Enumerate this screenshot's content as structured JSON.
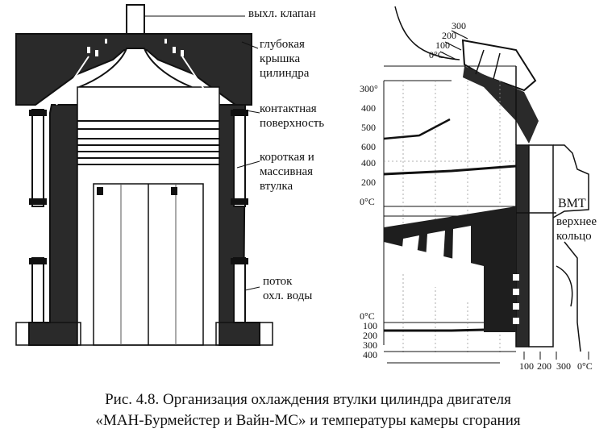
{
  "labels": {
    "valve": "выхл. клапан",
    "cover": "глубокая\nкрышка\nцилиндра",
    "contact": "контактная\nповерхность",
    "liner": "короткая и\nмассивная\nвтулка",
    "water": "поток\nохл. воды",
    "bmt": "BMT",
    "ring": "верхнее\nкольцо"
  },
  "scales": {
    "arc": [
      "300",
      "200",
      "100",
      "0°C"
    ],
    "upper": [
      "300°",
      "400",
      "500",
      "600"
    ],
    "middle": [
      "400",
      "200",
      "0°C"
    ],
    "lower": [
      "0°C",
      "100",
      "200",
      "300",
      "400"
    ],
    "bottom": [
      "100",
      "200",
      "300",
      "0°C"
    ]
  },
  "caption": {
    "line1": "Рис. 4.8. Организация охлаждения втулки цилиндра двигателя",
    "line2": "«МАН-Бурмейстер и Вайн-МС» и температуры камеры сгорания"
  }
}
